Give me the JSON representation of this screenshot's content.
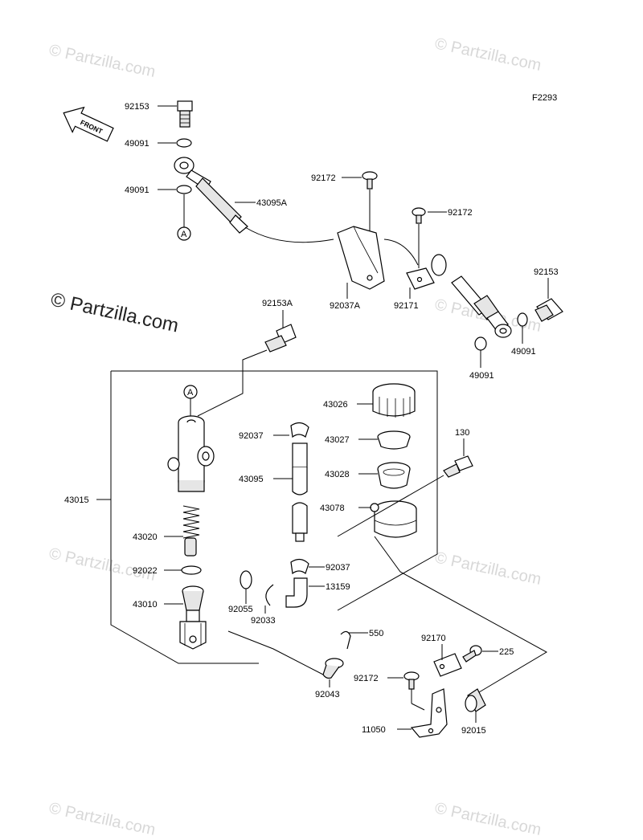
{
  "figure_code": "F2293",
  "front_label": "FRONT",
  "watermark": "© Partzilla.com",
  "watermark_faint": "© Partzilla.com",
  "callout_a": "A",
  "parts": {
    "p92153_top": "92153",
    "p49091_a": "49091",
    "p49091_b": "49091",
    "p43095A": "43095A",
    "p92172_a": "92172",
    "p92172_b": "92172",
    "p92037A": "92037A",
    "p92171": "92171",
    "p92153_right": "92153",
    "p49091_c": "49091",
    "p49091_d": "49091",
    "p92153A": "92153A",
    "p43026": "43026",
    "p92037_a": "92037",
    "p43027": "43027",
    "p130": "130",
    "p43095": "43095",
    "p43028": "43028",
    "p43015": "43015",
    "p43078": "43078",
    "p43020": "43020",
    "p92022": "92022",
    "p92037_b": "92037",
    "p13159": "13159",
    "p43010": "43010",
    "p92055": "92055",
    "p92033": "92033",
    "p550": "550",
    "p92170": "92170",
    "p225": "225",
    "p92043": "92043",
    "p92172_c": "92172",
    "p11050": "11050",
    "p92015": "92015"
  }
}
